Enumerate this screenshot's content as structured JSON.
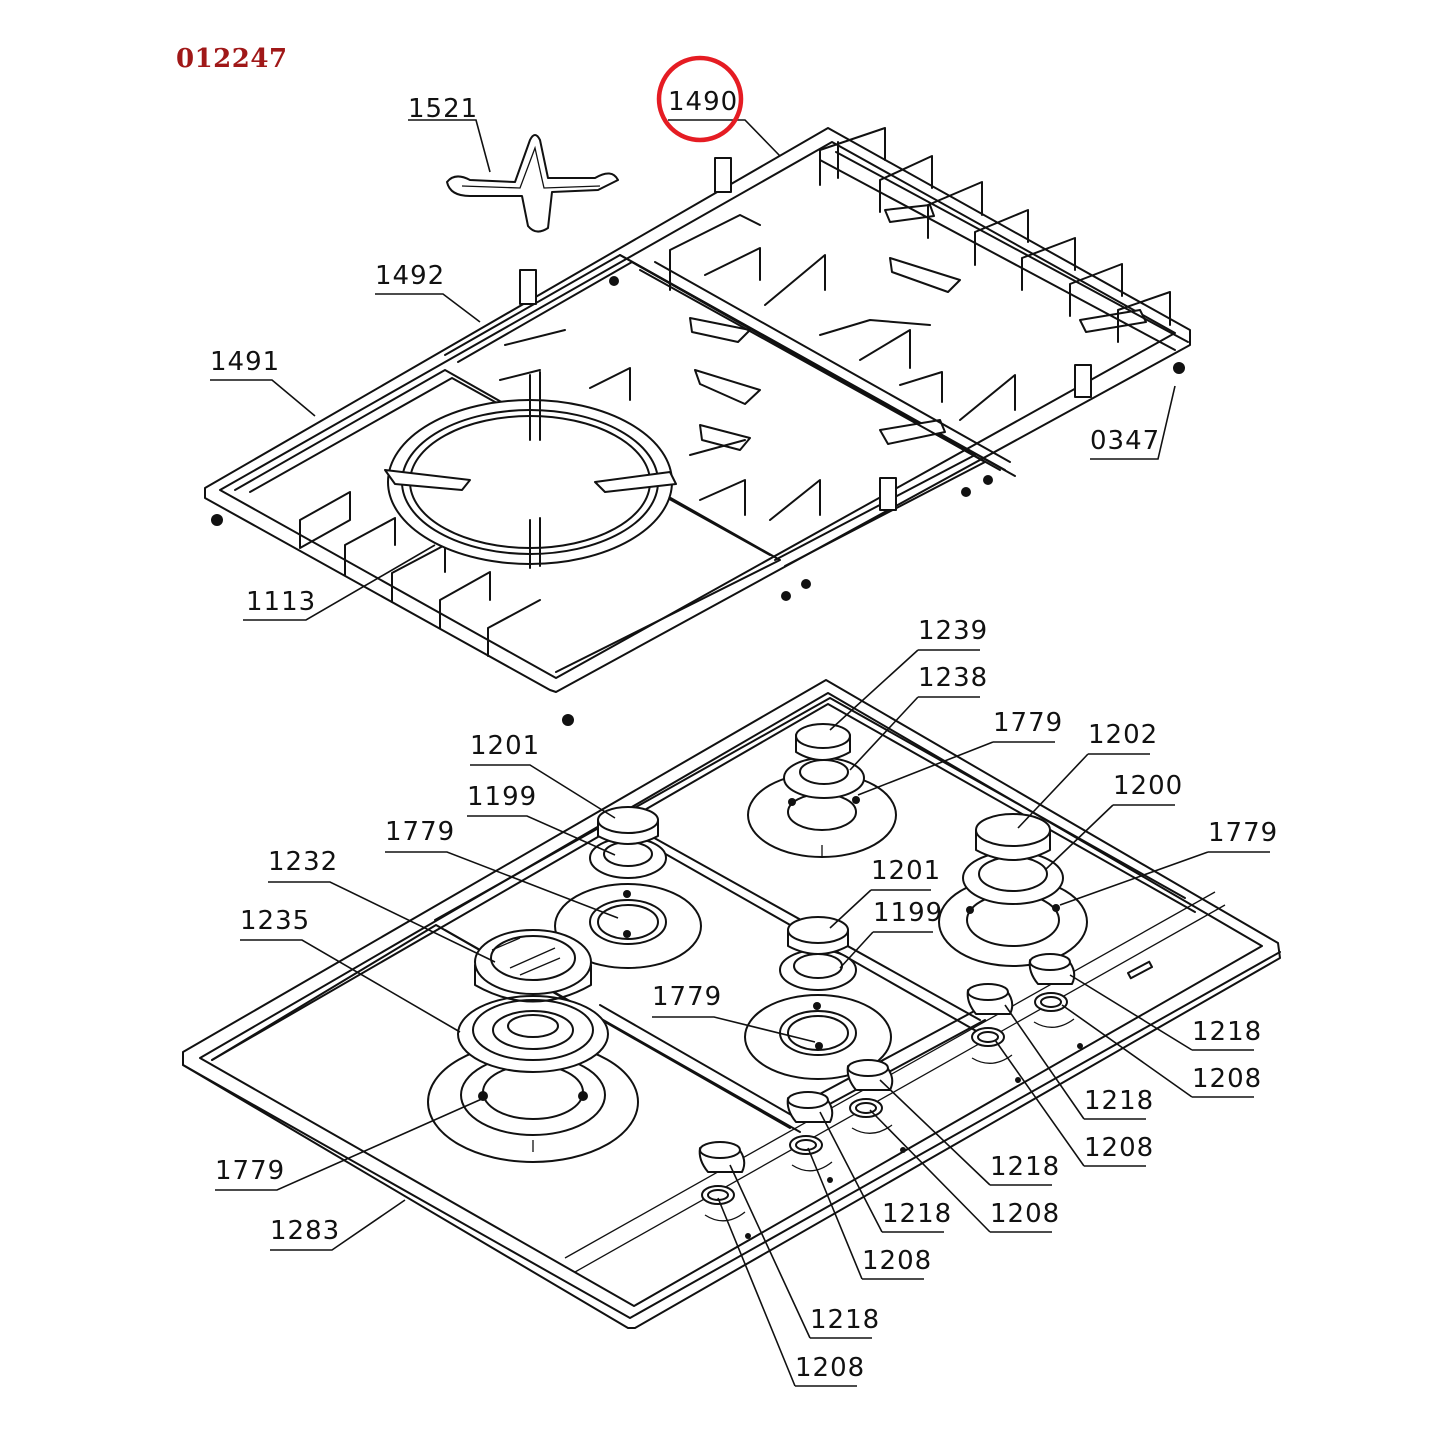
{
  "document": {
    "id": "012247"
  },
  "colors": {
    "accent": "#a01818",
    "highlight": "#e51c23",
    "ink": "#111111"
  },
  "callouts": [
    {
      "label": "1490",
      "highlighted": true
    },
    {
      "label": "1521"
    },
    {
      "label": "1492"
    },
    {
      "label": "1491"
    },
    {
      "label": "0347"
    },
    {
      "label": "1113"
    },
    {
      "label": "1239"
    },
    {
      "label": "1238"
    },
    {
      "label": "1779"
    },
    {
      "label": "1202"
    },
    {
      "label": "1201"
    },
    {
      "label": "1200"
    },
    {
      "label": "1199"
    },
    {
      "label": "1779"
    },
    {
      "label": "1779"
    },
    {
      "label": "1232"
    },
    {
      "label": "1201"
    },
    {
      "label": "1235"
    },
    {
      "label": "1199"
    },
    {
      "label": "1779"
    },
    {
      "label": "1218"
    },
    {
      "label": "1208"
    },
    {
      "label": "1218"
    },
    {
      "label": "1208"
    },
    {
      "label": "1218"
    },
    {
      "label": "1779"
    },
    {
      "label": "1208"
    },
    {
      "label": "1283"
    },
    {
      "label": "1218"
    },
    {
      "label": "1208"
    },
    {
      "label": "1218"
    },
    {
      "label": "1208"
    }
  ]
}
